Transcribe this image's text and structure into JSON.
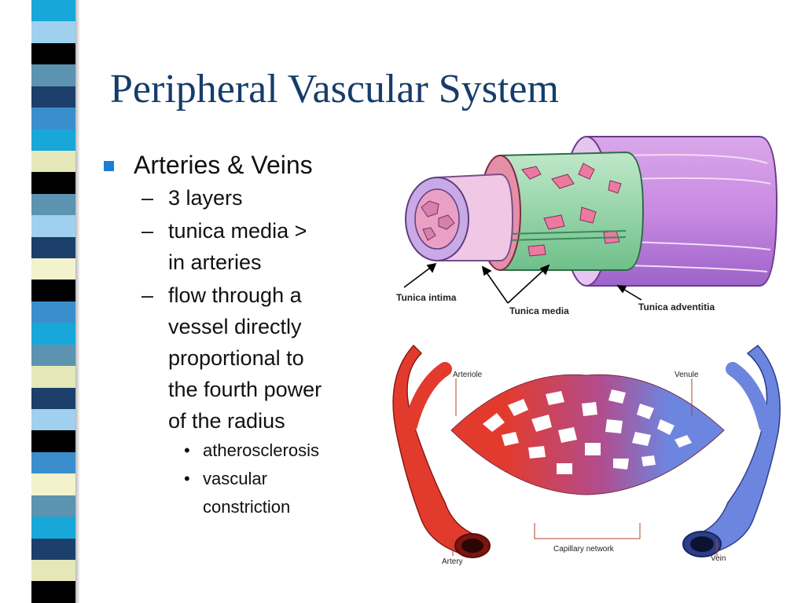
{
  "slide": {
    "title": "Peripheral Vascular System",
    "bullets": {
      "main": "Arteries & Veins",
      "sub1": "3 layers",
      "sub2_line1": "tunica media >",
      "sub2_line2": "in arteries",
      "sub3_line1": "flow through a",
      "sub3_line2": "vessel directly",
      "sub3_line3": "proportional to",
      "sub3_line4": "the fourth power",
      "sub3_line5": "of the radius",
      "subsub1": "atherosclerosis",
      "subsub2_line1": "vascular",
      "subsub2_line2": "constriction"
    },
    "dash": "–",
    "dot": "•"
  },
  "vessel_diagram": {
    "label_intima": "Tunica intima",
    "label_media": "Tunica media",
    "label_adventitia": "Tunica adventitia"
  },
  "capillary_diagram": {
    "label_arteriole": "Arteriole",
    "label_venule": "Venule",
    "label_artery": "Artery",
    "label_vein": "Vein",
    "label_capillary": "Capillary network"
  },
  "colors": {
    "title": "#163c6b",
    "bullet": "#1a7dd6",
    "artery": "#e03a2e",
    "vein": "#6c86e0",
    "stripe": [
      "#17a7d8",
      "#000000",
      "#e6e7b8",
      "#5b93b0",
      "#1d3f6b",
      "#9fd0ef",
      "#3a8ecb",
      "#f2f2cc"
    ]
  }
}
